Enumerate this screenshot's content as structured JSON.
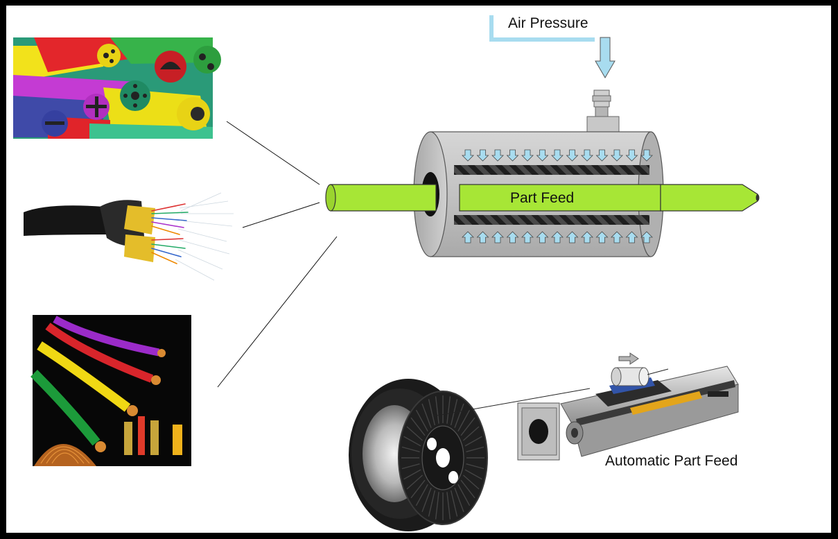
{
  "labels": {
    "air_pressure": "Air Pressure",
    "part_feed": "Part Feed",
    "automatic_part_feed": "Automatic Part Feed"
  },
  "colors": {
    "feed_green": "#A7E636",
    "arrow_blue": "#A8DCEF",
    "cylinder_gray": "#C4C4C4",
    "frame_black": "#000000"
  },
  "icons": [
    "tubing-photo-icon",
    "fiber-optic-cable-icon",
    "electrical-wire-icon",
    "wire-spool-icon",
    "linear-actuator-icon"
  ]
}
